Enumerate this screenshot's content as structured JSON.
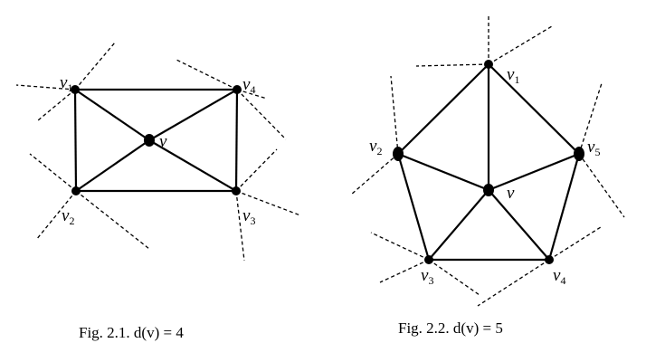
{
  "figures": [
    {
      "caption": "Fig. 2.1. d(v) = 4",
      "center_label": "v",
      "vertex_labels": [
        {
          "base": "v",
          "sub": "1"
        },
        {
          "base": "v",
          "sub": "2"
        },
        {
          "base": "v",
          "sub": "3"
        },
        {
          "base": "v",
          "sub": "4"
        }
      ]
    },
    {
      "caption": "Fig. 2.2.  d(v) = 5",
      "center_label": "v",
      "vertex_labels": [
        {
          "base": "v",
          "sub": "1"
        },
        {
          "base": "v",
          "sub": "2"
        },
        {
          "base": "v",
          "sub": "3"
        },
        {
          "base": "v",
          "sub": "4"
        },
        {
          "base": "v",
          "sub": "5"
        }
      ]
    }
  ]
}
